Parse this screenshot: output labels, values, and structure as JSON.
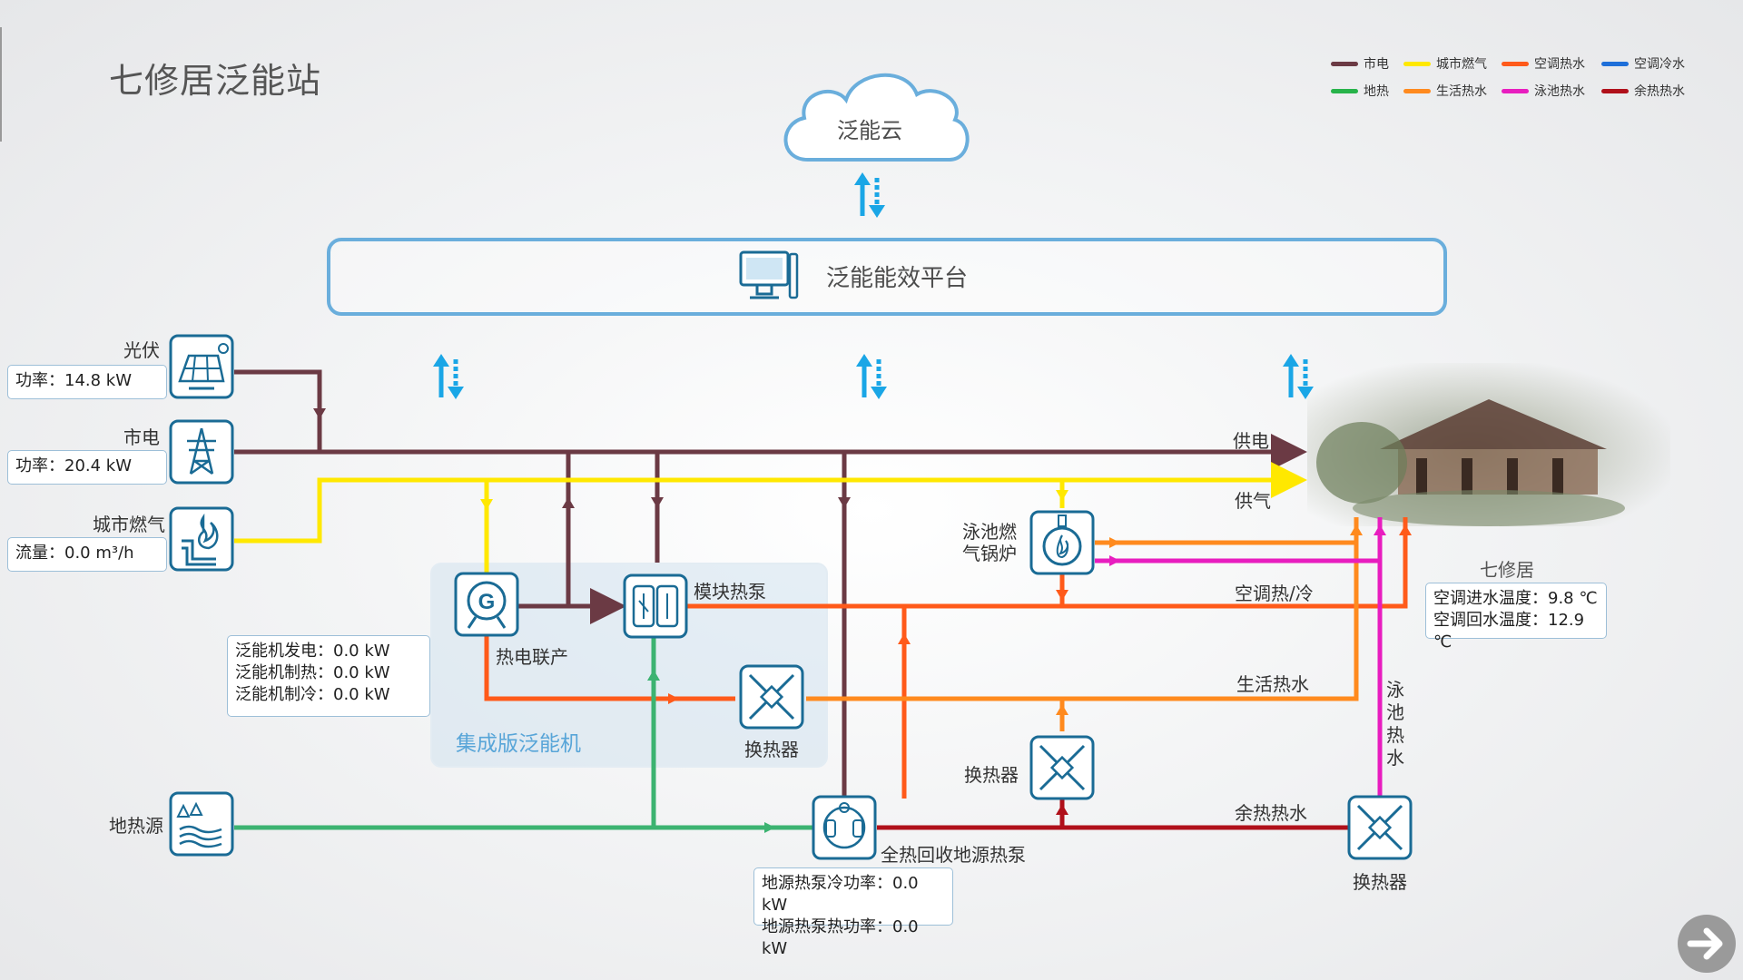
{
  "page": {
    "title": "七修居泛能站"
  },
  "cloud": {
    "label": "泛能云"
  },
  "platform": {
    "label": "泛能能效平台"
  },
  "legend": [
    {
      "label": "市电",
      "color": "#6b3a44"
    },
    {
      "label": "城市燃气",
      "color": "#ffe800"
    },
    {
      "label": "空调热水",
      "color": "#ff5a1a"
    },
    {
      "label": "空调冷水",
      "color": "#1e6fd9"
    },
    {
      "label": "地热",
      "color": "#27b34a"
    },
    {
      "label": "生活热水",
      "color": "#ff8a1e"
    },
    {
      "label": "泳池热水",
      "color": "#e81dbf"
    },
    {
      "label": "余热热水",
      "color": "#b0101a"
    }
  ],
  "sources": {
    "pv": {
      "label": "光伏",
      "reading": "功率：14.8 kW"
    },
    "grid": {
      "label": "市电",
      "reading": "功率：20.4 kW"
    },
    "gas": {
      "label": "城市燃气",
      "reading": "流量：0.0 m³/h"
    },
    "geo": {
      "label": "地热源"
    }
  },
  "equipment": {
    "chp": "热电联产",
    "module_hp": "模块热泵",
    "hx1": "换热器",
    "module_name": "集成版泛能机",
    "boiler": "泳池燃\n气锅炉",
    "hx2": "换热器",
    "ghp": "全热回收地源热泵",
    "hx3": "换热器"
  },
  "machine_stats": [
    "泛能机发电：0.0 kW",
    "泛能机制热：0.0 kW",
    "泛能机制冷：0.0 kW"
  ],
  "ghp_stats": [
    "地源热泵冷功率：0.0 kW",
    "地源热泵热功率：0.0 kW"
  ],
  "lines": {
    "power": "供电",
    "gas": "供气",
    "ac": "空调热/冷",
    "dhw": "生活热水",
    "pool": "泳池热水",
    "waste": "余热热水"
  },
  "building": {
    "name": "七修居",
    "stats": [
      "空调进水温度：9.8 ℃",
      "空调回水温度：12.9 ℃"
    ]
  }
}
